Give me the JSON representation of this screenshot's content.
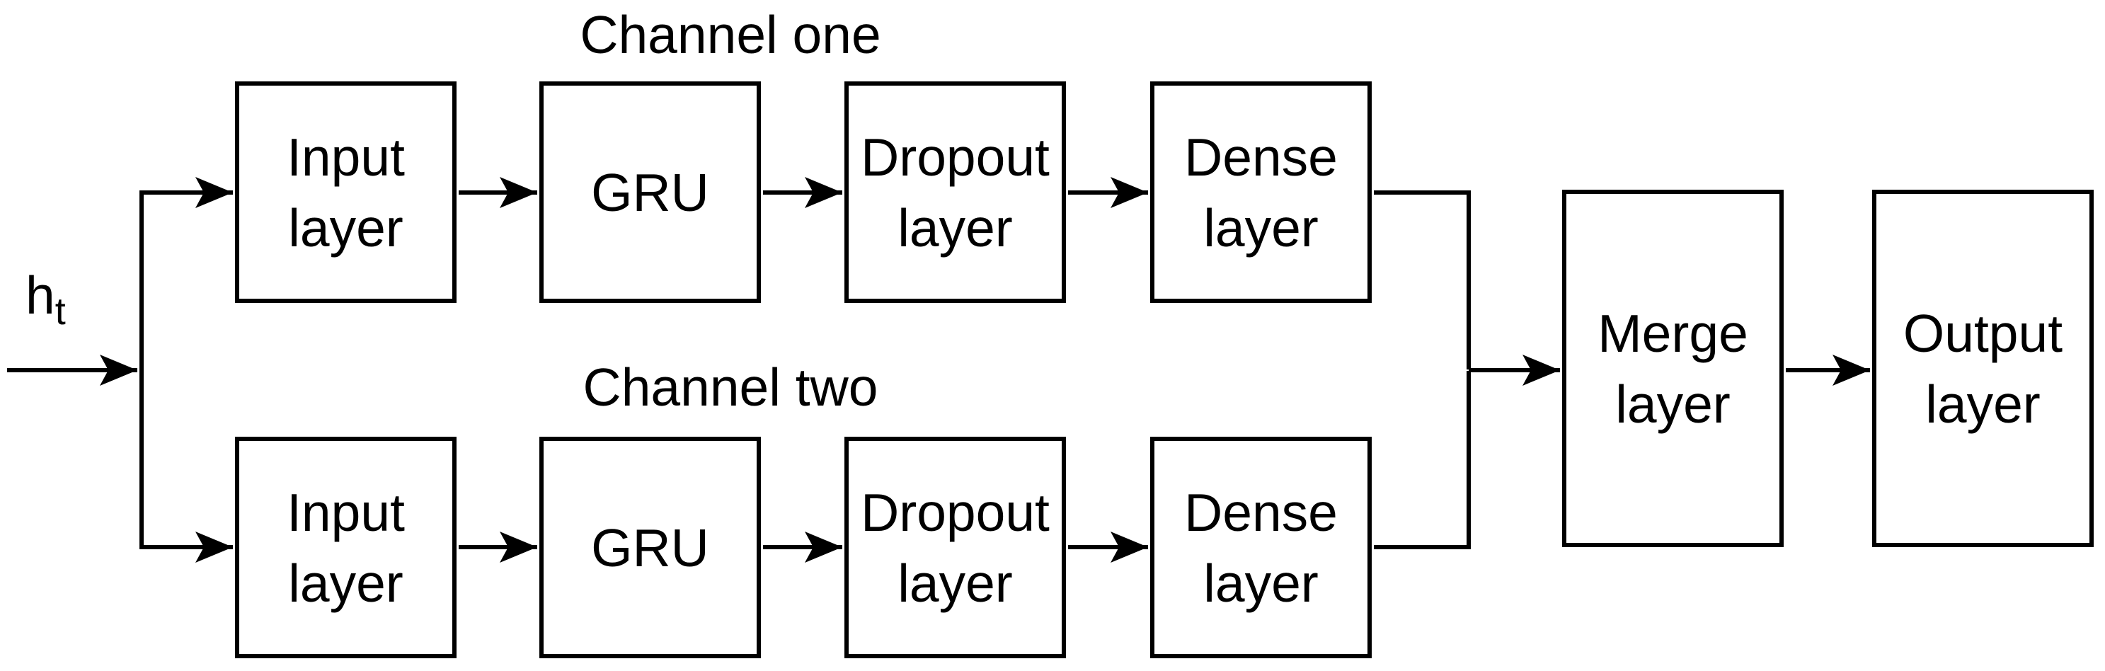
{
  "diagram": {
    "input_signal": {
      "base": "h",
      "subscript": "t"
    },
    "channel_one": {
      "title": "Channel one",
      "boxes": [
        {
          "line1": "Input",
          "line2": "layer"
        },
        {
          "line1": "GRU",
          "line2": ""
        },
        {
          "line1": "Dropout",
          "line2": "layer"
        },
        {
          "line1": "Dense",
          "line2": "layer"
        }
      ]
    },
    "channel_two": {
      "title": "Channel two",
      "boxes": [
        {
          "line1": "Input",
          "line2": "layer"
        },
        {
          "line1": "GRU",
          "line2": ""
        },
        {
          "line1": "Dropout",
          "line2": "layer"
        },
        {
          "line1": "Dense",
          "line2": "layer"
        }
      ]
    },
    "merge_box": {
      "line1": "Merge",
      "line2": "layer"
    },
    "output_box": {
      "line1": "Output",
      "line2": "layer"
    },
    "colors": {
      "stroke": "#000000",
      "background": "#ffffff"
    }
  }
}
